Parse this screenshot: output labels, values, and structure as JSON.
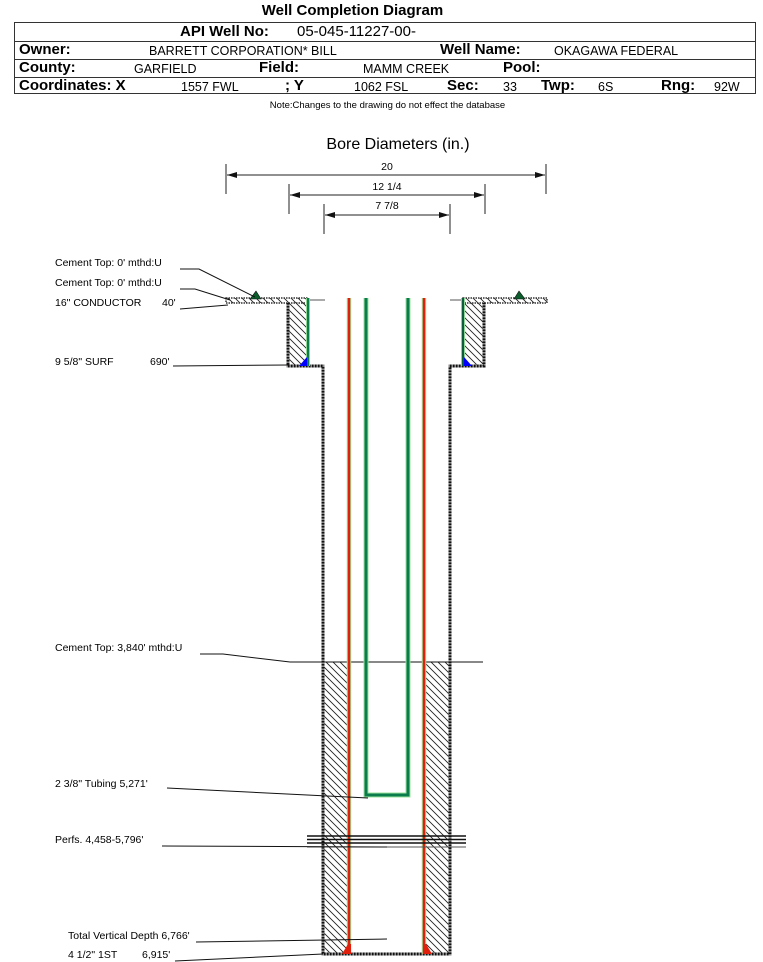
{
  "title": "Well Completion Diagram",
  "header": {
    "api_label": "API Well No:",
    "api_value": "05-045-11227-00-",
    "owner_label": "Owner:",
    "owner_value": "BARRETT CORPORATION* BILL",
    "well_name_label": "Well Name:",
    "well_name_value": "OKAGAWA FEDERAL",
    "county_label": "County:",
    "county_value": "GARFIELD",
    "field_label": "Field:",
    "field_value": "MAMM CREEK",
    "pool_label": "Pool:",
    "pool_value": "",
    "coord_x_label": "Coordinates: X",
    "coord_x_value": "1557 FWL",
    "coord_y_label": "; Y",
    "coord_y_value": "1062 FSL",
    "sec_label": "Sec:",
    "sec_value": "33",
    "twp_label": "Twp:",
    "twp_value": "6S",
    "rng_label": "Rng:",
    "rng_value": "92W"
  },
  "note": "Note:Changes to the drawing do not effect the database",
  "diagram": {
    "bore_title": "Bore Diameters (in.)",
    "bore_diameters": [
      "20",
      "12 1/4",
      "7 7/8"
    ],
    "labels": {
      "cement_top_1": "Cement Top: 0' mthd:U",
      "cement_top_2": "Cement Top: 0' mthd:U",
      "conductor_name": "16\" CONDUCTOR",
      "conductor_depth": "40'",
      "surface_name": "9 5/8\" SURF",
      "surface_depth": "690'",
      "cement_top_3": "Cement Top: 3,840' mthd:U",
      "tubing": "2 3/8\" Tubing 5,271'",
      "perfs": "Perfs. 4,458-5,796'",
      "tvd": "Total Vertical Depth 6,766'",
      "production_name": "4 1/2\" 1ST",
      "production_depth": "6,915'"
    },
    "colors": {
      "surface_casing": "#0b7d4c",
      "production_casing": "#e0200c",
      "tubing": "#0b7d4c",
      "casing_halo": "#9be39b",
      "cement_marker_blue": "#0000ff",
      "cement_top_marker": "#0b5d2c"
    }
  }
}
